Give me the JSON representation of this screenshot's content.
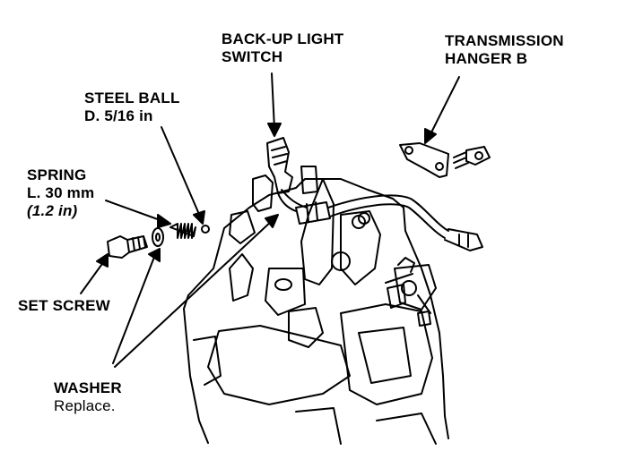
{
  "labels": {
    "backup_switch": {
      "line1": "BACK-UP LIGHT",
      "line2": "SWITCH"
    },
    "hanger": {
      "line1": "TRANSMISSION",
      "line2": "HANGER B"
    },
    "steel_ball": {
      "line1": "STEEL BALL",
      "line2": "D. 5/16 in"
    },
    "spring": {
      "line1": "SPRING",
      "line2": "L. 30 mm",
      "line3": "(1.2 in)"
    },
    "set_screw": "SET SCREW",
    "washer": {
      "line1": "WASHER",
      "line2": "Replace."
    }
  },
  "colors": {
    "ink": "#000000",
    "paper": "#ffffff"
  }
}
